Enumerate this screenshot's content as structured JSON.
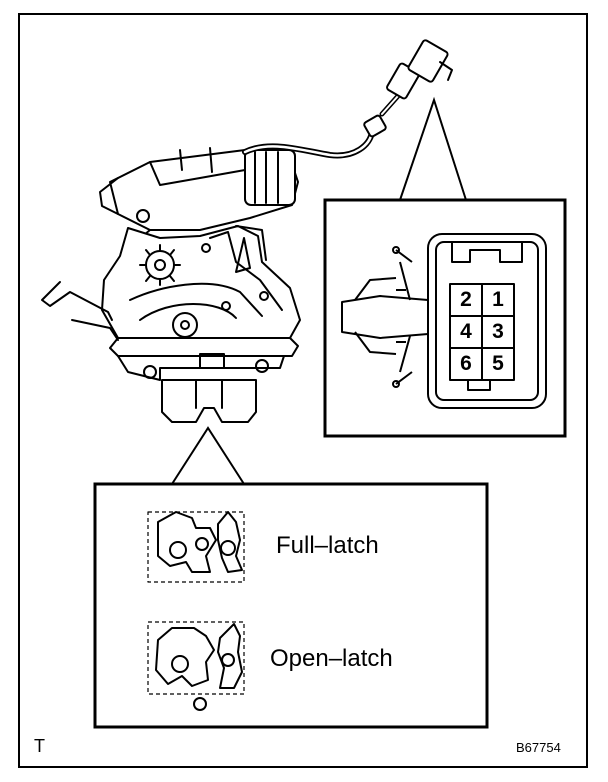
{
  "latch_states": {
    "full": "Full–latch",
    "open": "Open–latch"
  },
  "connector": {
    "pins": [
      "2",
      "1",
      "4",
      "3",
      "6",
      "5"
    ]
  },
  "corner_mark": "T",
  "figure_code": "B67754"
}
